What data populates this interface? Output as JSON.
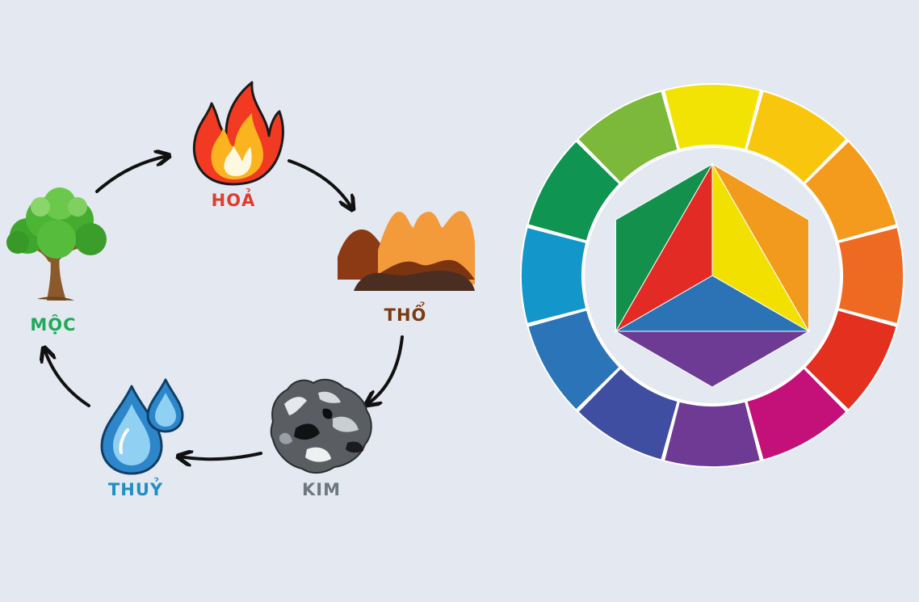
{
  "elements": [
    {
      "key": "hoa",
      "label": "HOẢ",
      "color": "#e23b2a",
      "icon": "fire-icon"
    },
    {
      "key": "tho",
      "label": "THỔ",
      "color": "#7a3a12",
      "icon": "mountain-icon"
    },
    {
      "key": "kim",
      "label": "KIM",
      "color": "#6e7880",
      "icon": "metal-icon"
    },
    {
      "key": "thuy",
      "label": "THUỶ",
      "color": "#1f8fc4",
      "icon": "water-drops-icon"
    },
    {
      "key": "moc",
      "label": "MỘC",
      "color": "#22a85a",
      "icon": "tree-icon"
    }
  ],
  "cycle_order": [
    "moc",
    "hoa",
    "tho",
    "kim",
    "thuy"
  ],
  "color_wheel": {
    "outer_ring_colors": [
      "#f3e305",
      "#f9c60e",
      "#f49a1d",
      "#ee6a23",
      "#e3301f",
      "#c4117a",
      "#6f3a93",
      "#3f4ea0",
      "#2c74b8",
      "#1396c9",
      "#0f9451",
      "#7cb83a"
    ],
    "triangle_colors": {
      "yellow": "#f2e100",
      "red": "#e12b24",
      "blue": "#2b73b5"
    },
    "hexagon_colors": {
      "orange": "#f29a1e",
      "purple": "#6e3b94",
      "green": "#13904c"
    }
  }
}
